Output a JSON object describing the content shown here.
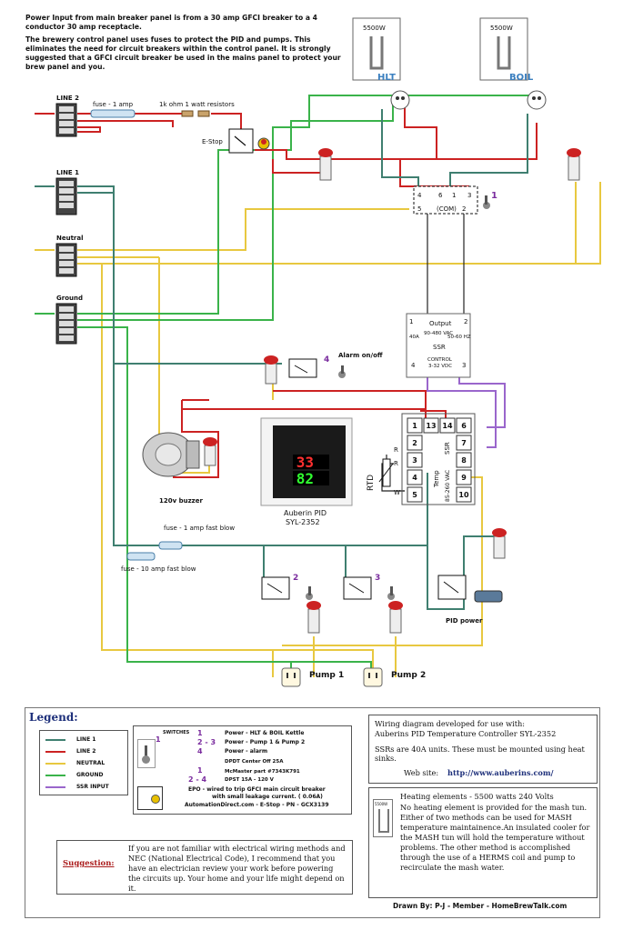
{
  "intro": {
    "line1": "Power Input from main breaker panel is from a 30 amp GFCI breaker to a 4 conductor 30 amp receptacle.",
    "line2": "The brewery control panel uses fuses to protect the PID and pumps. This eliminates the need for circuit breakers within the control panel. It is strongly suggested that a GFCI circuit breaker be used in the mains panel to protect your brew panel and you."
  },
  "labels": {
    "line2": "LINE 2",
    "line1": "LINE 1",
    "neutral": "Neutral",
    "ground": "Ground",
    "fuse1": "fuse - 1 amp",
    "resistors": "1k ohm 1 watt resistors",
    "estop": "E-Stop",
    "heater_hlt": "5500W",
    "heater_boil": "5500W",
    "hlt": "HLT",
    "boil": "BOIL",
    "switch1_num": "1",
    "selector_4": "4",
    "selector_5": "5",
    "selector_com": "(COM)",
    "selector_2": "2",
    "selector_6": "6",
    "selector_1": "1",
    "selector_3": "3",
    "ssr_1": "1",
    "ssr_2": "2",
    "ssr_output": "Output",
    "ssr_volts": "90-480 VAC",
    "ssr_amps": "40A",
    "ssr_hz": "50-60 HZ",
    "ssr_name": "SSR",
    "ssr_control": "CONTROL",
    "ssr_dc": "3-32 VDC",
    "ssr_4": "4",
    "ssr_3": "3",
    "alarm": "Alarm on/off",
    "alarm_num": "4",
    "buzzer": "120v buzzer",
    "pid_name": "Auberin PID",
    "pid_model": "SYL-2352",
    "pid_red": "33",
    "pid_green": "82",
    "rtd": "RTD",
    "temp": "Temp",
    "r1": "R",
    "r2": "R",
    "w": "W",
    "ssr_side": "SSR",
    "vac": "85-260 VAC",
    "fuse_fast": "fuse - 1 amp fast blow",
    "fuse10": "fuse - 10 amp fast blow",
    "sw2": "2",
    "sw3": "3",
    "pid_power": "PID power",
    "pump1": "Pump 1",
    "pump2": "Pump 2"
  },
  "pid_terminals": [
    "1",
    "13",
    "14",
    "6",
    "2",
    "7",
    "3",
    "8",
    "4",
    "9",
    "5",
    "10"
  ],
  "legend": {
    "title": "Legend:",
    "keys": [
      {
        "label": "LINE 1",
        "color": "#3f7f70"
      },
      {
        "label": "LINE 2",
        "color": "#cc2222"
      },
      {
        "label": "NEUTRAL",
        "color": "#e8c840"
      },
      {
        "label": "GROUND",
        "color": "#3ab34a"
      },
      {
        "label": "SSR INPUT",
        "color": "#9a66cc"
      }
    ],
    "switches_label": "SWITCHES",
    "sw_rows": [
      {
        "num": "1",
        "text": "Power - HLT & BOIL Kettle"
      },
      {
        "num": "2 - 3",
        "text": "Power - Pump 1 & Pump 2"
      },
      {
        "num": "4",
        "text": "Power - alarm"
      }
    ],
    "dpdt": "DPDT Center Off 25A",
    "mcmaster_num": "1",
    "mcmaster": "McMaster part #7343K791",
    "dpst_num": "2 - 4",
    "dpst": "DPST 15A - 120 V",
    "sym_num": "1",
    "epo1": "EPO - wired to trip GFCI main circuit breaker",
    "epo2": "with small leakage current. ( 0.06A)",
    "epo3": "AutomationDirect.com - E-Stop - PN - GCX3139",
    "info1_line1": "Wiring diagram developed for use with:",
    "info1_line2": "Auberins PID Temperature Controller SYL-2352",
    "info1_line3": "SSRs are 40A units. These must be mounted using heat sinks.",
    "website_label": "Web site:",
    "website": "http://www.auberins.com/",
    "heat_icon_label": "5500W",
    "heat_title": "Heating elements - 5500 watts 240 Volts",
    "heat_text": "No heating element is provided for the mash tun. Either of two methods can be used for MASH temperature maintainence.An insulated cooler for the MASH tun will hold the temperature without problems. The other method is accomplished through the use of a HERMS coil and pump to recirculate the mash water.",
    "suggestion_label": "Suggestion:",
    "suggestion": "If you are not familiar with electrical wiring methods and NEC (National Electrical Code), I recommend that you have an electrician review your work before powering the circuits up. Your home and your life might depend on it.",
    "drawn": "Drawn By: P-J - Member - HomeBrewTalk.com"
  },
  "colors": {
    "line1": "#3f7f70",
    "line2": "#cc2222",
    "neutral": "#e8c840",
    "ground": "#3ab34a",
    "ssr": "#9a66cc",
    "accent_blue": "#3a7fc0",
    "purple_num": "#7a2c9e"
  }
}
